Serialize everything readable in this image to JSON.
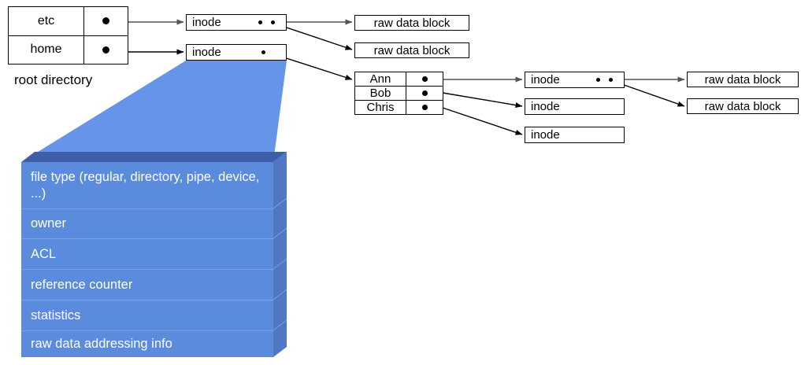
{
  "diagram": {
    "title": "unix-inode-filesystem-diagram",
    "colors": {
      "front_face": "#5b8bdc",
      "top_face": "#3d5fa8",
      "side_face": "#5076c4",
      "funnel": "#6694e8",
      "row_divider": "#7aa3e6",
      "line": "#000000",
      "gray_line": "#808080"
    }
  },
  "root_directory": {
    "caption": "root directory",
    "rows": [
      {
        "name": "etc",
        "pointer": "pointer-dot"
      },
      {
        "name": "home",
        "pointer": "pointer-dot"
      }
    ]
  },
  "home_directory": {
    "rows": [
      {
        "name": "Ann",
        "pointer": "pointer-dot"
      },
      {
        "name": "Bob",
        "pointer": "pointer-dot"
      },
      {
        "name": "Chris",
        "pointer": "pointer-dot"
      }
    ]
  },
  "inodes": [
    {
      "id": "inode-etc",
      "label": "inode",
      "dots": 2
    },
    {
      "id": "inode-home",
      "label": "inode",
      "dots": 1
    },
    {
      "id": "inode-ann",
      "label": "inode",
      "dots": 2
    },
    {
      "id": "inode-bob",
      "label": "inode",
      "dots": 0
    },
    {
      "id": "inode-chris",
      "label": "inode",
      "dots": 0
    }
  ],
  "raw_data_blocks": [
    {
      "id": "raw-etc-1",
      "label": "raw data block"
    },
    {
      "id": "raw-etc-2",
      "label": "raw data block"
    },
    {
      "id": "raw-ann-1",
      "label": "raw data block"
    },
    {
      "id": "raw-ann-2",
      "label": "raw data block"
    }
  ],
  "inode_detail": {
    "rows": [
      "file type (regular, directory, pipe, device, ...)",
      "owner",
      "ACL",
      "reference counter",
      "statistics",
      "raw data addressing info"
    ]
  }
}
